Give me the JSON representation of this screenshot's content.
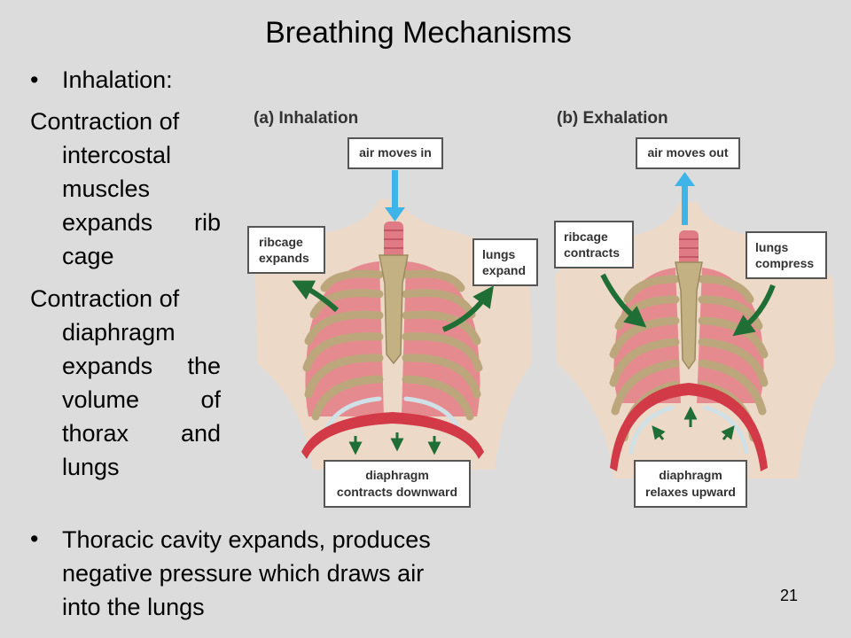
{
  "slide": {
    "title": "Breathing Mechanisms",
    "bullet1": "Inhalation:",
    "para1_first": "Contraction of",
    "para1_rest": "intercostal muscles expands rib cage",
    "para2_first": "Contraction of",
    "para2_rest": "diaphragm expands the volume of thorax and lungs",
    "bullet2": "Thoracic cavity expands, produces negative pressure which draws air into the lungs",
    "page_number": "21"
  },
  "diagram": {
    "inhalation": {
      "heading": "(a) Inhalation",
      "air_label": "air moves in",
      "ribcage_line1": "ribcage",
      "ribcage_line2": "expands",
      "lungs_line1": "lungs",
      "lungs_line2": "expand",
      "diaphragm_line1": "diaphragm",
      "diaphragm_line2": "contracts downward"
    },
    "exhalation": {
      "heading": "(b) Exhalation",
      "air_label": "air moves out",
      "ribcage_line1": "ribcage",
      "ribcage_line2": "contracts",
      "lungs_line1": "lungs",
      "lungs_line2": "compress",
      "diaphragm_line1": "diaphragm",
      "diaphragm_line2": "relaxes upward"
    },
    "colors": {
      "air_arrow": "#3fb4e8",
      "muscle_arrow": "#1f6e35",
      "lung": "#e58a8e",
      "rib": "#b9a57a",
      "skin": "#edd9c8",
      "diaphragm": "#d23a48"
    }
  }
}
